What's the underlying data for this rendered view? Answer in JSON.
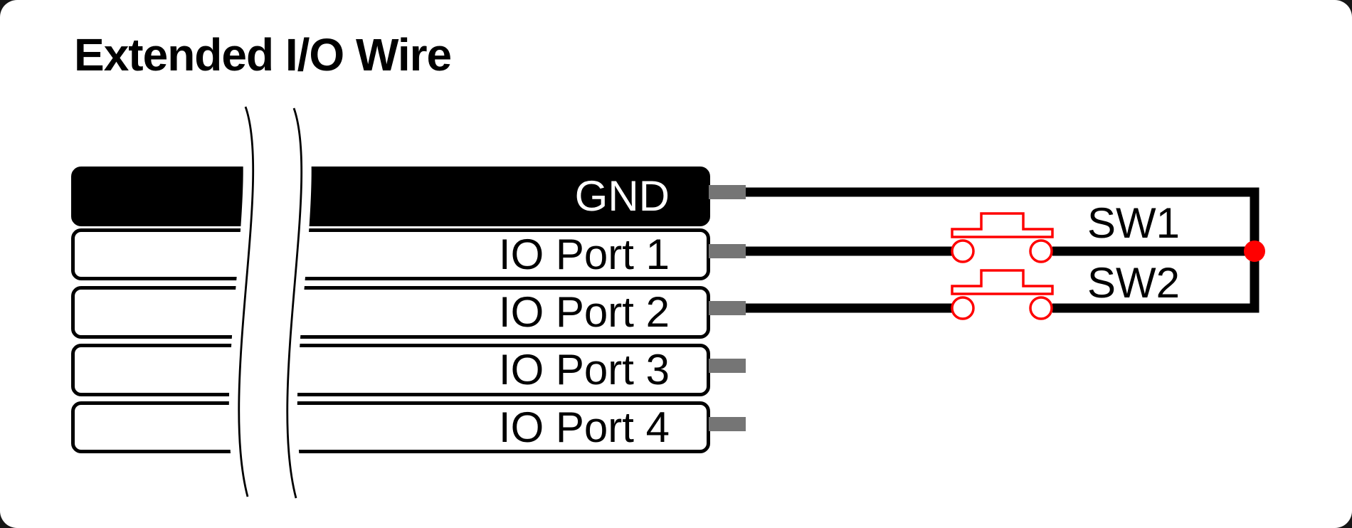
{
  "page": {
    "title": "Extended I/O Wire"
  },
  "connector": {
    "pins": [
      {
        "label": "GND"
      },
      {
        "label": "IO Port 1"
      },
      {
        "label": "IO Port 2"
      },
      {
        "label": "IO Port 3"
      },
      {
        "label": "IO Port 4"
      }
    ]
  },
  "switches": [
    {
      "label": "SW1"
    },
    {
      "label": "SW2"
    }
  ],
  "colors": {
    "wire_black": "#000000",
    "connector_stub_gray": "#757575",
    "switch_red": "#ff0000",
    "junction_red": "#ff0000",
    "gnd_band_fill": "#000000",
    "band_fill": "#ffffff"
  }
}
